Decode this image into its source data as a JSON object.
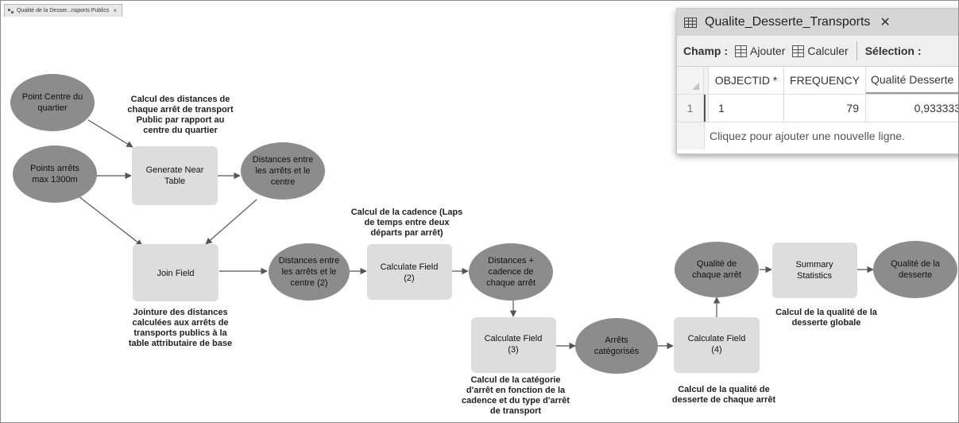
{
  "model_tab": {
    "title": "Qualité de la Desser...nsports Publics",
    "close": "×"
  },
  "nodes": {
    "point_centre": [
      "Point Centre du",
      "quartier"
    ],
    "points_arrets": [
      "Points arrêts",
      "max 1300m"
    ],
    "generate_near": [
      "Generate Near",
      "Table"
    ],
    "distances_centre": [
      "Distances entre",
      "les arrêts et le",
      "centre"
    ],
    "join_field": [
      "Join Field"
    ],
    "distances_centre_2": [
      "Distances entre",
      "les arrêts et le",
      "centre (2)"
    ],
    "calc_field_2": [
      "Calculate Field",
      "(2)"
    ],
    "distances_cadence": [
      "Distances +",
      "cadence de",
      "chaque arrêt"
    ],
    "calc_field_3": [
      "Calculate Field",
      "(3)"
    ],
    "arrets_categorises": [
      "Arrêts",
      "catégorisés"
    ],
    "calc_field_4": [
      "Calculate Field",
      "(4)"
    ],
    "qualite_arret": [
      "Qualité de",
      "chaque arrêt"
    ],
    "summary_stats": [
      "Summary",
      "Statistics"
    ],
    "qualite_desserte": [
      "Qualité de la",
      "desserte"
    ]
  },
  "annotations": {
    "a1": [
      "Calcul des distances de",
      "chaque arrêt de transport",
      "Public par rapport au",
      "centre du quartier"
    ],
    "a2": [
      "Calcul de la cadence (Laps",
      "de temps entre deux",
      "départs par arrêt)"
    ],
    "a3": [
      "Jointure des distances",
      "calculées aux arrêts de",
      "transports publics à la",
      "table attributaire de base"
    ],
    "a4": [
      "Calcul de la catégorie",
      "d'arrêt en fonction de la",
      "cadence et du type d'arrêt",
      "de transport"
    ],
    "a5": [
      "Calcul de la qualité de",
      "desserte de chaque arrêt"
    ],
    "a6": [
      "Calcul de la qualité de la",
      "desserte globale"
    ]
  },
  "colors": {
    "data_node": "#8c8c8c",
    "tool_node": "#dddddd",
    "edge": "#555555"
  },
  "table_panel": {
    "title": "Qualite_Desserte_Transports",
    "close": "✕",
    "toolbar": {
      "champ": "Champ :",
      "ajouter": "Ajouter",
      "calculer": "Calculer",
      "selection": "Sélection :"
    },
    "columns": [
      "OBJECTID *",
      "FREQUENCY",
      "Qualité Desserte"
    ],
    "rows": [
      {
        "index": "1",
        "objectid": "1",
        "frequency": "79",
        "qualite": "0,933333"
      }
    ],
    "add_row": "Cliquez pour ajouter une nouvelle ligne."
  }
}
